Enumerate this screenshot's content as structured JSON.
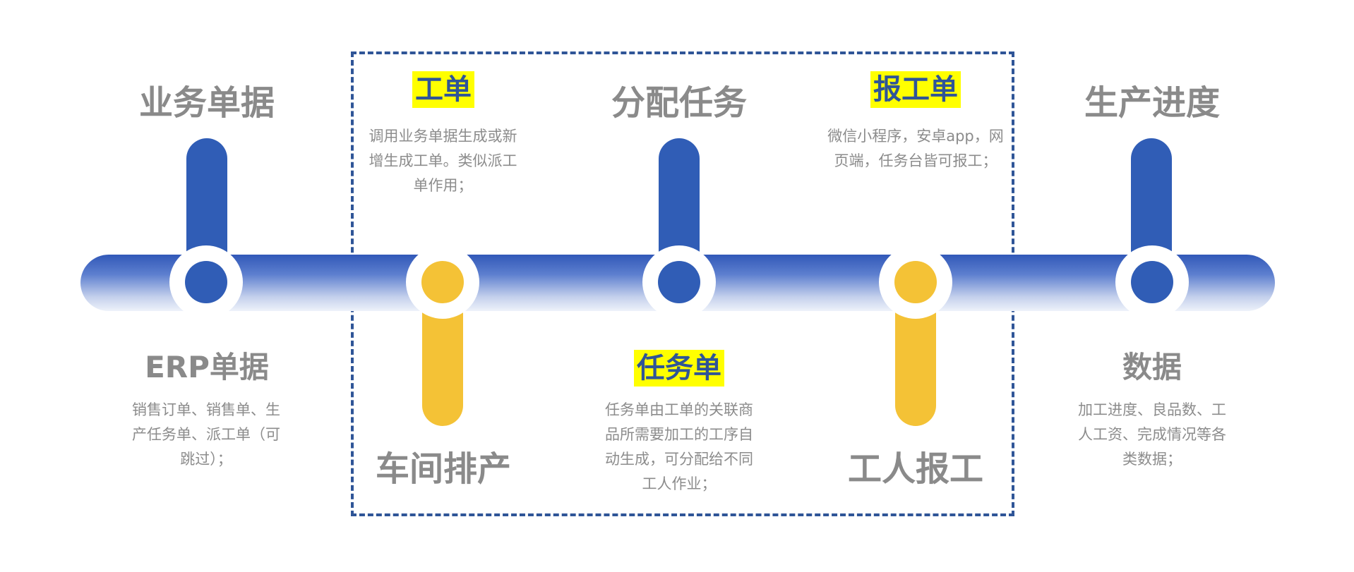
{
  "nodes": [
    {
      "top_title": "业务单据",
      "bottom_title": "ERP单据",
      "bottom_desc": "销售订单、销售单、生产任务单、派工单（可跳过）；",
      "color": "#305db6"
    },
    {
      "top_title": "工单",
      "top_desc": "调用业务单据生成或新增生成工单。类似派工单作用；",
      "bottom_title": "车间排产",
      "color": "#f4c236"
    },
    {
      "top_title": "分配任务",
      "bottom_title": "任务单",
      "bottom_desc": "任务单由工单的关联商品所需要加工的工序自动生成，可分配给不同工人作业；",
      "color": "#305db6"
    },
    {
      "top_title": "报工单",
      "top_desc": "微信小程序，安卓app，网页端，任务台皆可报工；",
      "bottom_title": "工人报工",
      "color": "#f4c236"
    },
    {
      "top_title": "生产进度",
      "bottom_title": "数据",
      "bottom_desc": "加工进度、良品数、工人工资、完成情况等各类数据；",
      "color": "#305db6"
    }
  ],
  "colors": {
    "blue": "#305db6",
    "yellow": "#f4c236",
    "highlight": "#ffff00",
    "frame": "#2f5597",
    "text_gray": "#8a8a8a"
  }
}
